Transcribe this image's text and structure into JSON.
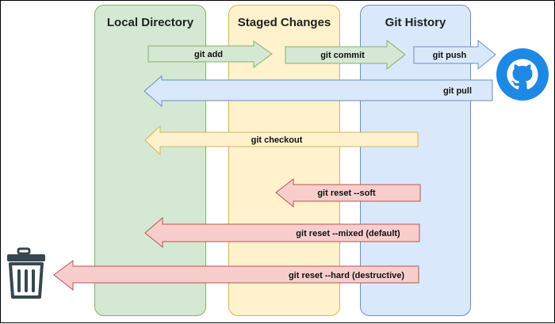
{
  "columns": [
    {
      "id": "local",
      "title": "Local Directory"
    },
    {
      "id": "staged",
      "title": "Staged Changes"
    },
    {
      "id": "history",
      "title": "Git History"
    }
  ],
  "arrows": [
    {
      "id": "git-add",
      "label": "git add",
      "direction": "right",
      "color": "green"
    },
    {
      "id": "git-commit",
      "label": "git commit",
      "direction": "right",
      "color": "green"
    },
    {
      "id": "git-push",
      "label": "git push",
      "direction": "right",
      "color": "blue"
    },
    {
      "id": "git-pull",
      "label": "git pull",
      "direction": "left",
      "color": "blue"
    },
    {
      "id": "git-checkout",
      "label": "git checkout",
      "direction": "left",
      "color": "yellow"
    },
    {
      "id": "git-reset-soft",
      "label": "git reset --soft",
      "direction": "left",
      "color": "red"
    },
    {
      "id": "git-reset-mixed",
      "label": "git reset --mixed (default)",
      "direction": "left",
      "color": "red"
    },
    {
      "id": "git-reset-hard",
      "label": "git reset --hard (destructive)",
      "direction": "left",
      "color": "red"
    }
  ],
  "icons": {
    "remote": "github-icon",
    "discard": "trash-icon"
  },
  "colors": {
    "green_fill": "#d5e8d4",
    "green_stroke": "#82b366",
    "yellow_fill": "#fff2cc",
    "yellow_stroke": "#d6b656",
    "blue_fill": "#dae8fc",
    "blue_stroke": "#6c8ebf",
    "red_fill": "#f8cecc",
    "red_stroke": "#b85450",
    "github_circle": "#1e88e5",
    "trash": "#37474f"
  }
}
